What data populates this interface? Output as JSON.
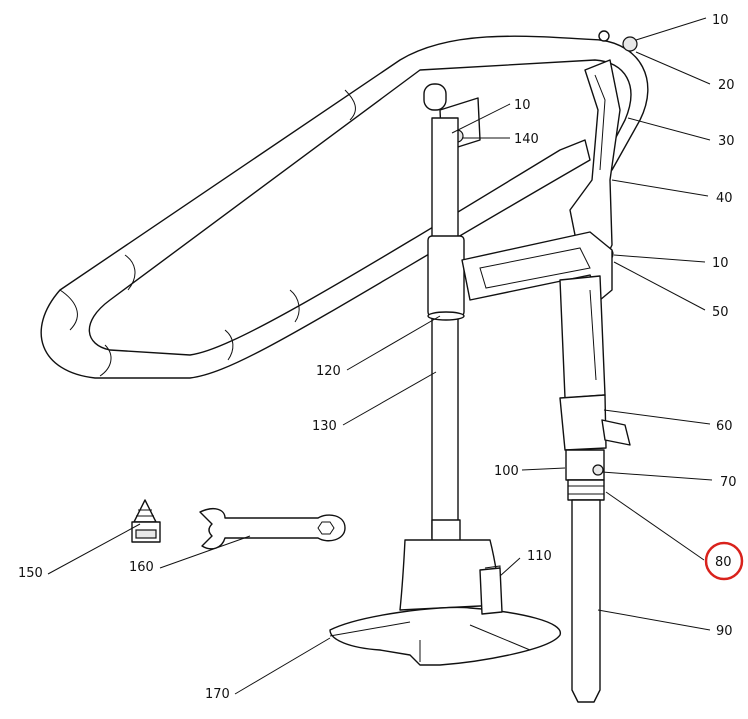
{
  "title": "Exploded parts diagram",
  "callouts": [
    {
      "id": "c10a",
      "label": "10"
    },
    {
      "id": "c20",
      "label": "20"
    },
    {
      "id": "c30",
      "label": "30"
    },
    {
      "id": "c40",
      "label": "40"
    },
    {
      "id": "c10b",
      "label": "10"
    },
    {
      "id": "c50",
      "label": "50"
    },
    {
      "id": "c60",
      "label": "60"
    },
    {
      "id": "c70",
      "label": "70"
    },
    {
      "id": "c80",
      "label": "80",
      "highlighted": true
    },
    {
      "id": "c90",
      "label": "90"
    },
    {
      "id": "c100",
      "label": "100"
    },
    {
      "id": "c110",
      "label": "110"
    },
    {
      "id": "c120",
      "label": "120"
    },
    {
      "id": "c130",
      "label": "130"
    },
    {
      "id": "c140",
      "label": "140"
    },
    {
      "id": "c10c",
      "label": "10"
    },
    {
      "id": "c150",
      "label": "150"
    },
    {
      "id": "c160",
      "label": "160"
    },
    {
      "id": "c170",
      "label": "170"
    }
  ],
  "colors": {
    "highlight": "#d9221c",
    "line": "#111111"
  }
}
